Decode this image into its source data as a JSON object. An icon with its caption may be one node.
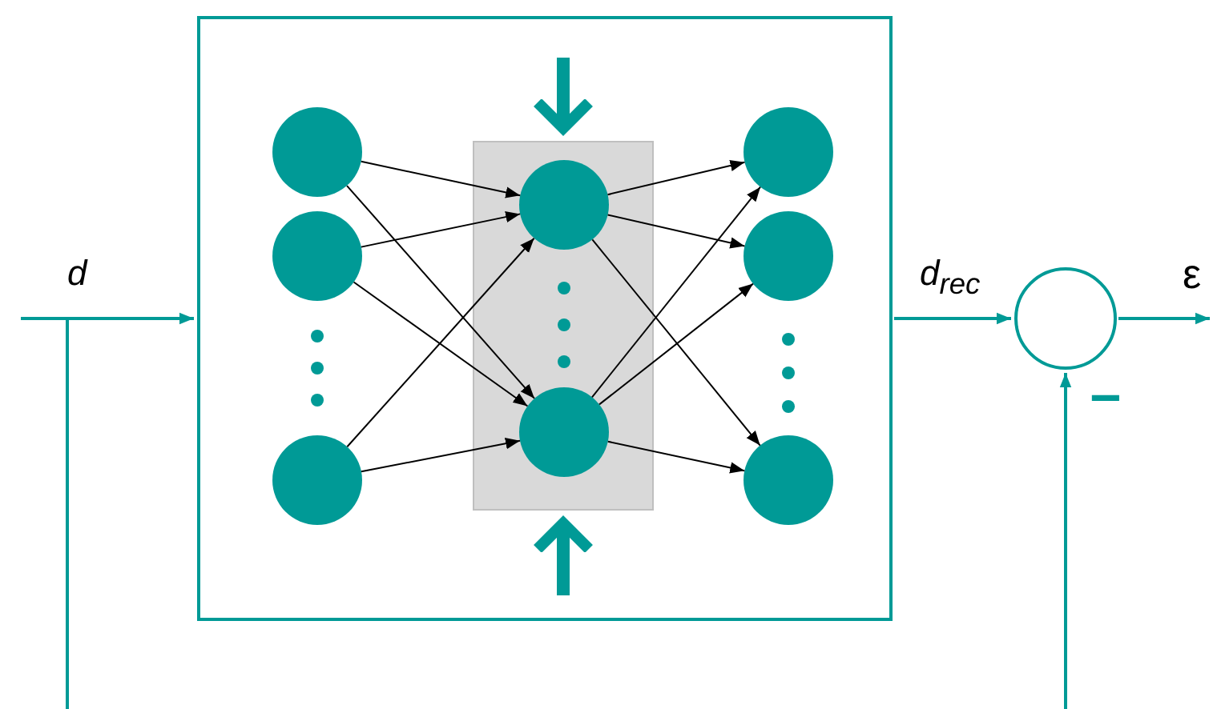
{
  "diagram": {
    "nodes": [
      {
        "text": [],
        "shape": "box"
      },
      {
        "text": [],
        "shape": "circle",
        "in": 0
      },
      {
        "text": [],
        "shape": "circle",
        "in": 0
      },
      {
        "text": [],
        "shape": "circle",
        "in": 0
      },
      {
        "text": [],
        "shape": "box",
        "in": 0
      },
      {
        "text": [],
        "shape": "circle",
        "in": 4
      },
      {
        "text": [],
        "shape": "circle",
        "in": 4
      },
      {
        "text": [],
        "shape": "circle",
        "in": 0
      },
      {
        "text": [],
        "shape": "circle",
        "in": 0
      },
      {
        "text": [],
        "shape": "circle",
        "in": 0
      },
      {
        "text": [],
        "shape": "circle"
      }
    ],
    "edges": [
      {
        "from": null,
        "to": 0,
        "arrow": "to",
        "label": "d",
        "color": "#009a96"
      },
      {
        "from": null,
        "to": 10,
        "arrow": "to",
        "color": "#009a96"
      },
      {
        "from": 0,
        "to": 10,
        "arrow": "to",
        "label": "d$_{rec}$",
        "color": "#009a96"
      },
      {
        "from": 10,
        "to": null,
        "arrow": "to",
        "label": "ε",
        "color": "#009a96"
      },
      {
        "from": null,
        "to": 4,
        "arrow": "to",
        "style": "thick",
        "color": "#009a96"
      },
      {
        "from": null,
        "to": 4,
        "arrow": "to",
        "style": "thick",
        "color": "#009a96"
      },
      {
        "from": 1,
        "to": 5,
        "arrow": "to"
      },
      {
        "from": 1,
        "to": 6,
        "arrow": "to"
      },
      {
        "from": 2,
        "to": 5,
        "arrow": "to"
      },
      {
        "from": 2,
        "to": 6,
        "arrow": "to"
      },
      {
        "from": 3,
        "to": 5,
        "arrow": "to"
      },
      {
        "from": 3,
        "to": 6,
        "arrow": "to"
      },
      {
        "from": 5,
        "to": 7,
        "arrow": "to"
      },
      {
        "from": 5,
        "to": 8,
        "arrow": "to"
      },
      {
        "from": 5,
        "to": 9,
        "arrow": "to"
      },
      {
        "from": 6,
        "to": 7,
        "arrow": "to"
      },
      {
        "from": 6,
        "to": 8,
        "arrow": "to"
      },
      {
        "from": 6,
        "to": 9,
        "arrow": "to"
      }
    ],
    "labels": [
      "−"
    ]
  }
}
